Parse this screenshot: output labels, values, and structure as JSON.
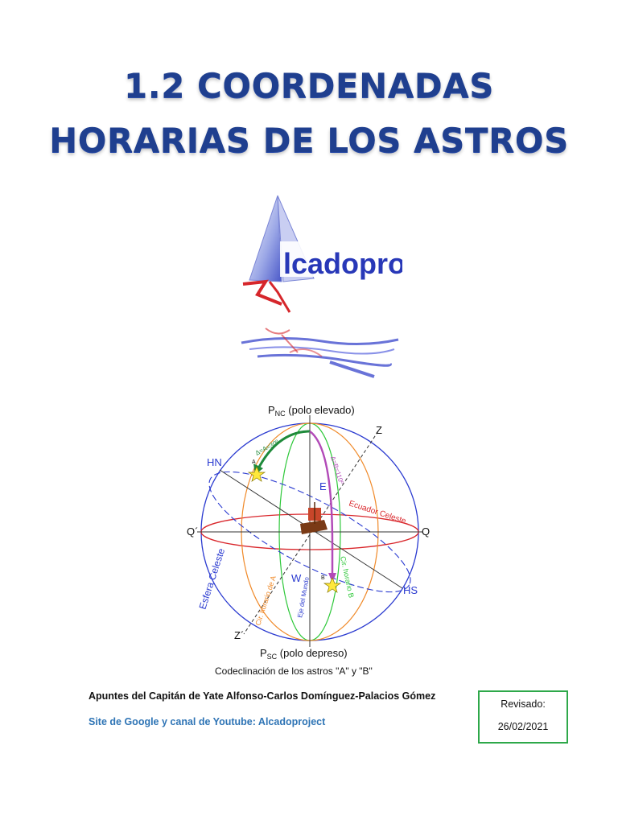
{
  "title": {
    "line1": "1.2 COORDENADAS",
    "line2": "HORARIAS DE LOS ASTROS"
  },
  "logo": {
    "text": "lcadoproject"
  },
  "diagram": {
    "pnc_p": "P",
    "pnc_sub": "NC",
    "pnc_rest": " (polo elevado)",
    "psc_p": "P",
    "psc_sub": "SC",
    "psc_rest": " (polo depreso)",
    "z": "Z",
    "z_prime": "Z´",
    "hn": "HN",
    "hs": "HS",
    "q": "Q",
    "q_prime": "Q´",
    "e": "E",
    "w": "W",
    "ecuador": "Ecuador Celeste",
    "esfera": "Esfera Celeste",
    "eje": "Eje del Mundo",
    "star_a": "A",
    "star_b": "B",
    "delta_a": "Δ=A=30º",
    "delta_b": "Δ=B=110º",
    "cir_a": "Cir. horario de A",
    "cir_b": "Cir. horario B",
    "caption": "Codeclinación de los astros \"A\" y \"B\""
  },
  "footer": {
    "author": "Apuntes del Capitán de Yate Alfonso-Carlos Domínguez-Palacios Gómez",
    "site": "Site de Google y canal de Youtube: Alcadoproject"
  },
  "revision": {
    "label": "Revisado:",
    "date": "26/02/2021"
  },
  "colors": {
    "title": "#1f3f8f",
    "site_link": "#2e74b5",
    "box_border": "#2ea84a"
  }
}
